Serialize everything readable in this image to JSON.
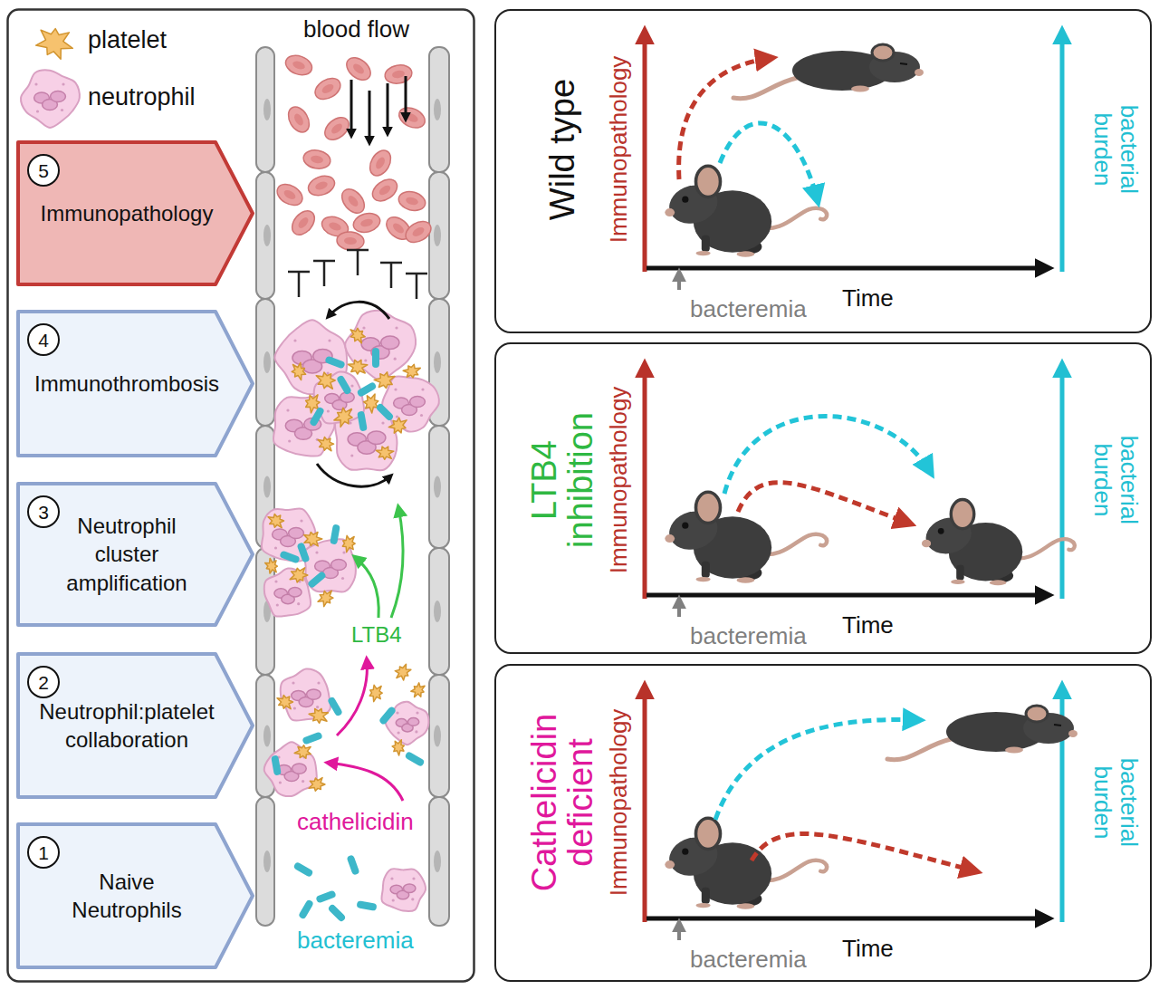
{
  "diagram": {
    "nodes": [
      {
        "text": [
          "Immunopathology"
        ]
      },
      {
        "text": [
          "5"
        ],
        "in": 0
      },
      {
        "text": [
          "Immunothrombosis"
        ]
      },
      {
        "text": [
          "4"
        ],
        "in": 2
      },
      {
        "text": [
          "Neutrophil cluster amplification"
        ]
      },
      {
        "text": [
          "3"
        ],
        "in": 4
      },
      {
        "text": [
          "Neutrophil:platelet collaboration"
        ]
      },
      {
        "text": [
          "2"
        ],
        "in": 6
      },
      {
        "text": [
          "Naive Neutrophils"
        ]
      },
      {
        "text": [
          "1"
        ],
        "in": 8
      },
      {
        "text": [
          "Wild type",
          "Immunopathology",
          "bacterial burden",
          "Time",
          "bacteremia"
        ]
      },
      {
        "text": [
          "LTB4 inhibition",
          "Immunopathology",
          "bacterial burden",
          "Time",
          "bacteremia"
        ]
      },
      {
        "text": [
          "Cathelicidin deficient",
          "Immunopathology",
          "bacterial burden",
          "Time",
          "bacteremia"
        ]
      }
    ],
    "labels": [
      "blood flow",
      "LTB4",
      "cathelicidin",
      "bacteremia"
    ],
    "legend": [
      {
        "text": "platelet"
      },
      {
        "text": "neutrophil"
      }
    ]
  }
}
